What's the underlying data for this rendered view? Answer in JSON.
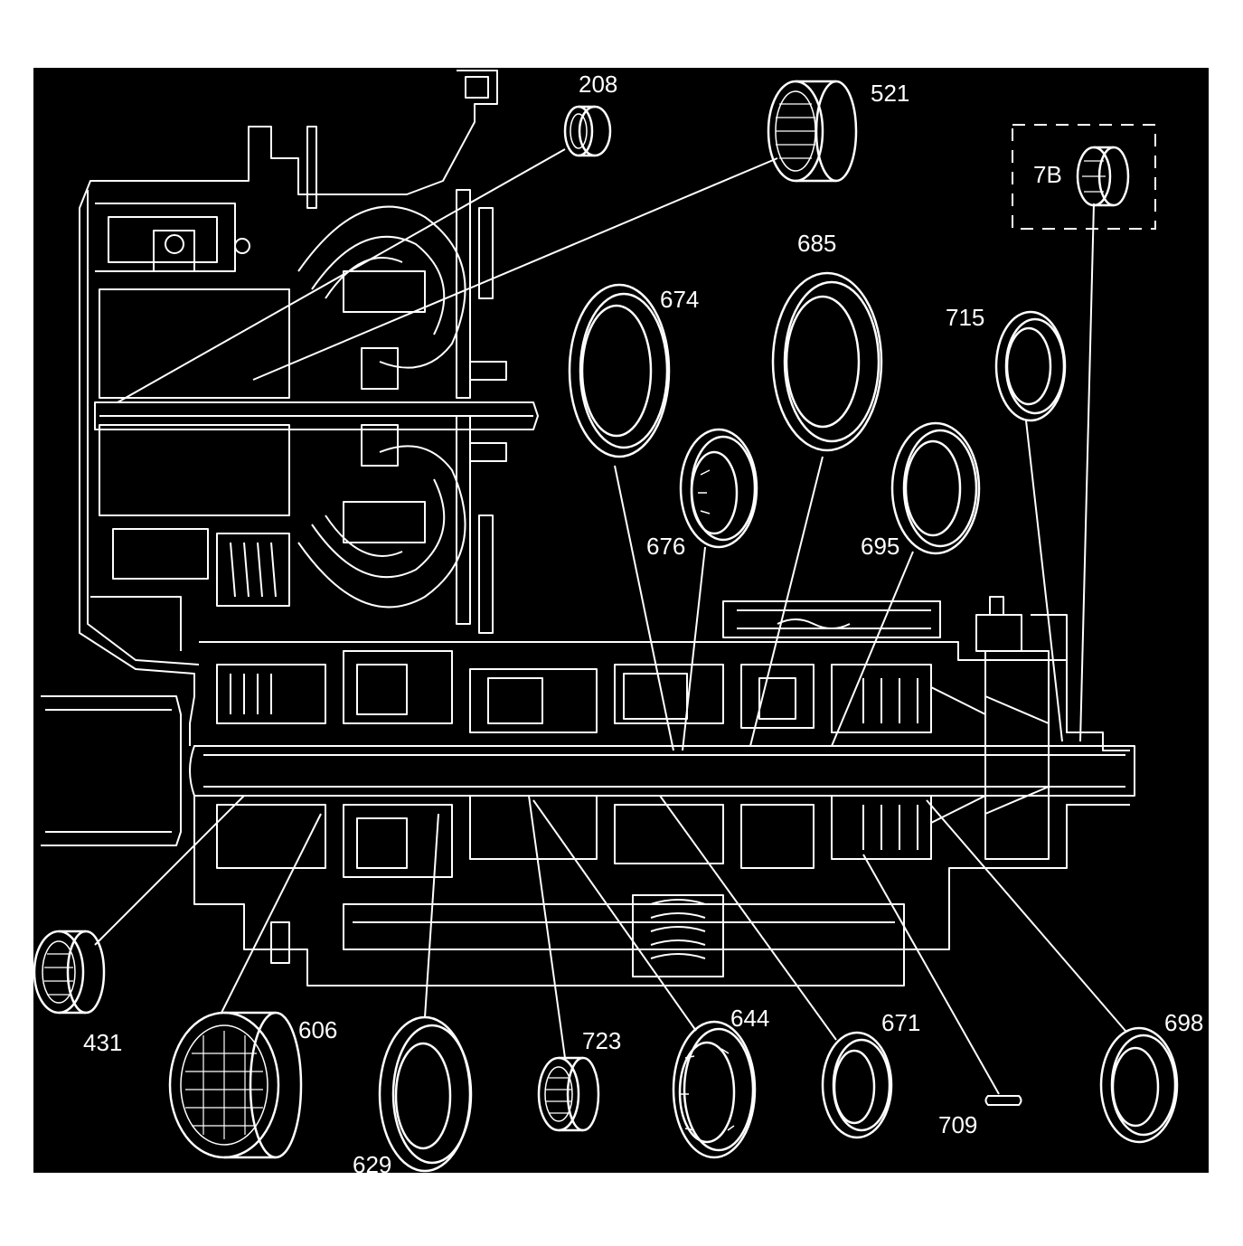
{
  "colors": {
    "background": "#000000",
    "line": "#ffffff",
    "page": "#ffffff"
  },
  "callouts": {
    "c208": "208",
    "c521": "521",
    "c7b": "7B",
    "c685": "685",
    "c674": "674",
    "c715": "715",
    "c676": "676",
    "c695": "695",
    "c431": "431",
    "c606": "606",
    "c629": "629",
    "c723": "723",
    "c644": "644",
    "c671": "671",
    "c709": "709",
    "c698": "698"
  }
}
